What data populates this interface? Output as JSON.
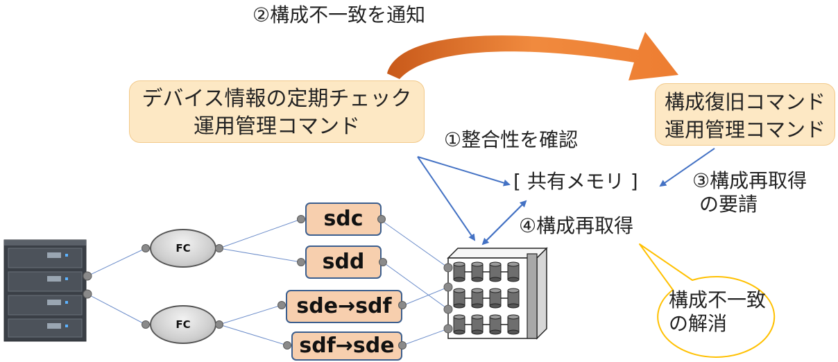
{
  "notify_label": "②構成不一致を通知",
  "check_box": {
    "line1": "デバイス情報の定期チェック",
    "line2": "運用管理コマンド"
  },
  "recover_box": {
    "line1": "構成復旧コマンド",
    "line2": "運用管理コマンド"
  },
  "step1_label": "①整合性を確認",
  "shared_memory_label": "[ 共有メモリ ]",
  "step3_label": {
    "line1": "③構成再取得",
    "line2": "の要請"
  },
  "step4_label": "④構成再取得",
  "resolution_bubble": {
    "line1": "構成不一致",
    "line2": "の解消"
  },
  "fc_nodes": [
    "FC",
    "FC"
  ],
  "devices": [
    "sdc",
    "sdd",
    "sde→sdf",
    "sdf→sde"
  ],
  "colors": {
    "box_fill": "#fde8c4",
    "device_fill": "#f7cfae",
    "device_border": "#3b5e8e",
    "arrow_blue": "#4472c4",
    "notify_arrow": "#ed7d31",
    "bubble_border": "#ffc000"
  }
}
